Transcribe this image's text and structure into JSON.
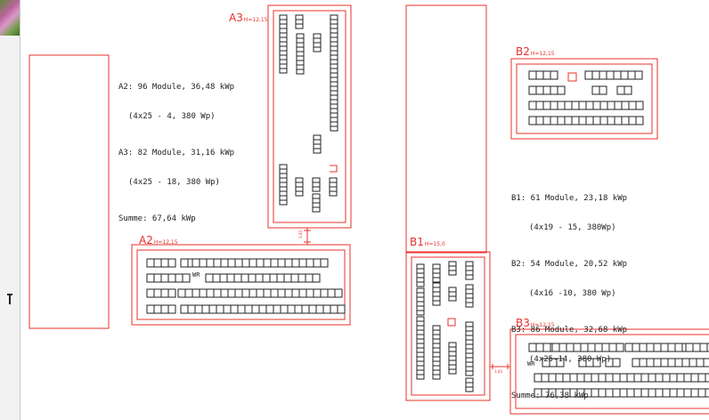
{
  "colors": {
    "outline": "#e8302a",
    "module": "#222222",
    "text": "#222222",
    "background": "#ffffff"
  },
  "buildings": {
    "A3": {
      "name": "A3",
      "height": "H=12,15"
    },
    "A2": {
      "name": "A2",
      "height": "H=12,15"
    },
    "B1": {
      "name": "B1",
      "height": "H=15,0"
    },
    "B2": {
      "name": "B2",
      "height": "H=12,15"
    },
    "B3": {
      "name": "B3",
      "height": "H=12,15"
    }
  },
  "notes_a": {
    "a2_line1": "A2: 96 Module, 36,48 kWp",
    "a2_line2": "(4x25 - 4, 380 Wp)",
    "a3_line1": "A3: 82 Module, 31,16 kWp",
    "a3_line2": "(4x25 - 18, 380 Wp)",
    "sum": "Summe: 67,64 kWp"
  },
  "notes_b": {
    "b1_line1": "B1: 61 Module, 23,18 kWp",
    "b1_line2": "(4x19 - 15, 380Wp)",
    "b2_line1": "B2: 54 Module, 20,52 kWp",
    "b2_line2": "(4x16 -10, 380 Wp)",
    "b3_line1": "B3: 86 Module, 32,68 kWp",
    "b3_line2": "(4x25-14, 380 Wp)",
    "sum": "Summe: 76,38 kWp"
  },
  "dimensions": {
    "a3_to_a2": "3,43",
    "b1_to_b3": "3,43"
  },
  "inverters": {
    "a2": "WR",
    "b3": "WR"
  },
  "icons": {
    "thumbnail": "photo-thumbnail-icon",
    "marker": "cursor-marker-icon"
  }
}
